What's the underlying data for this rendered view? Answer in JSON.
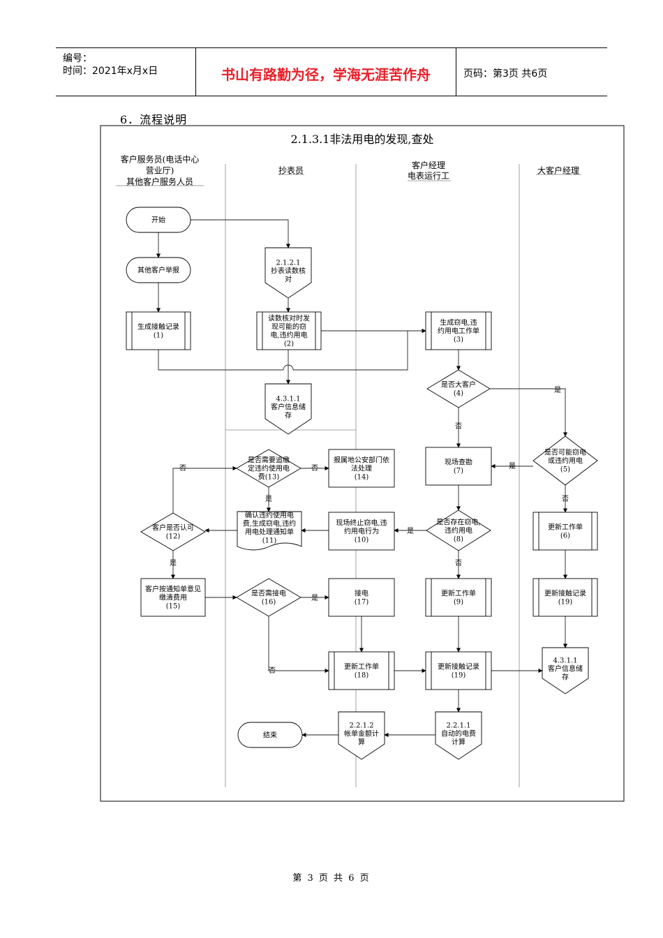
{
  "header": {
    "doc_number_label": "编号：",
    "date_label": "时间：2021年x月x日",
    "motto": "书山有路勤为径，学海无涯苦作舟",
    "page_label": "页码：第3页  共6页"
  },
  "section_title": "6．流程说明",
  "diagram": {
    "title": "2.1.3.1非法用电的发现,查处",
    "lanes": {
      "l1": [
        "客户服务员(电话中心",
        "营业厅)",
        "其他客户服务人员"
      ],
      "l2": [
        "抄表员"
      ],
      "l3": [
        "客户经理",
        "电表运行工"
      ],
      "l4": [
        "大客户经理"
      ]
    },
    "nodes": {
      "start": [
        "开始"
      ],
      "report": [
        "其他客户举报"
      ],
      "n1": [
        "生成接触记录",
        "(1)"
      ],
      "ref2121": [
        "2.1.2.1",
        "抄表读数核",
        "对"
      ],
      "n2": [
        "读数核对时发",
        "现可能的窃",
        "电,违约用电",
        "(2)"
      ],
      "n3": [
        "生成窃电,违",
        "约用电工作单",
        "(3)"
      ],
      "ref4311a": [
        "4.3.1.1",
        "客户信息储",
        "存"
      ],
      "n4": [
        "是否大客户",
        "(4)"
      ],
      "n5": [
        "是否可能窃电",
        "或违约用电",
        "(5)"
      ],
      "n6": [
        "更新工作单",
        "(6)"
      ],
      "n7": [
        "现场查勘",
        "(7)"
      ],
      "n8": [
        "是否存在窃电,",
        "违约用电",
        "(8)"
      ],
      "n9": [
        "更新工作单",
        "(9)"
      ],
      "n10": [
        "现场终止窃电,违",
        "约用电行为",
        "(10)"
      ],
      "n11": [
        "确认违约使用电",
        "费,生成窃电,违约",
        "用电处理通知单",
        "(11)"
      ],
      "n12": [
        "客户是否认可",
        "(12)"
      ],
      "n13": [
        "是否需要追缴",
        "定违约使用电",
        "费(13)"
      ],
      "n14": [
        "报属地公安部门依",
        "法处理",
        "(14)"
      ],
      "n15": [
        "客户按通知单意见",
        "缴清费用",
        "(15)"
      ],
      "n16": [
        "是否需接电",
        "(16)"
      ],
      "n17": [
        "接电",
        "(17)"
      ],
      "n18": [
        "更新工作单",
        "(18)"
      ],
      "n19a": [
        "更新接触记录",
        "(19)"
      ],
      "n19b": [
        "更新接触记录",
        "(19)"
      ],
      "ref4311b": [
        "4.3.1.1",
        "客户信息储",
        "存"
      ],
      "ref2211": [
        "2.2.1.1",
        "自动的电费",
        "计算"
      ],
      "ref2212": [
        "2.2.1.2",
        "帐单金额计",
        "算"
      ],
      "end": [
        "结束"
      ]
    },
    "labels": {
      "yes": "是",
      "no": "否"
    }
  },
  "footer": "第 3 页 共 6 页"
}
